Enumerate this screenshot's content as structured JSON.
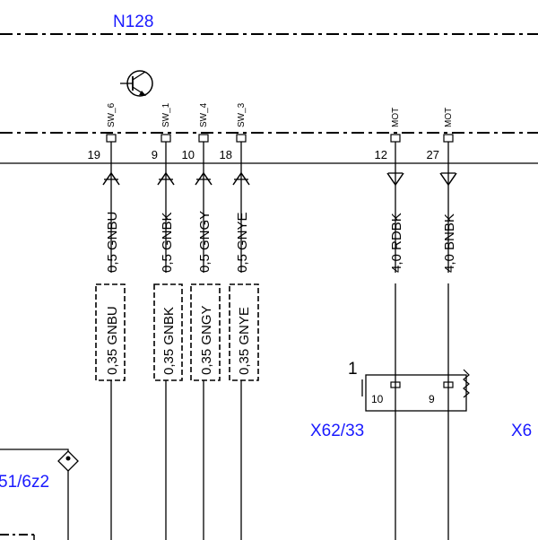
{
  "colors": {
    "label_blue": "#1a1aff",
    "line": "#000000"
  },
  "module": {
    "name": "N128"
  },
  "transistor": {
    "icon": "transistor-icon"
  },
  "pins": [
    {
      "number": "19",
      "signal": "SW_6",
      "wire": "0,5 GNBU",
      "sub_wire": "0,35 GNBU",
      "direction": "in"
    },
    {
      "number": "9",
      "signal": "SW_1",
      "wire": "0,5 GNBK",
      "sub_wire": "0,35 GNBK",
      "direction": "in"
    },
    {
      "number": "10",
      "signal": "SW_4",
      "wire": "0,5 GNGY",
      "sub_wire": "0,35 GNGY",
      "direction": "in"
    },
    {
      "number": "18",
      "signal": "SW_3",
      "wire": "0,5 GNYE",
      "sub_wire": "0,35 GNYE",
      "direction": "in"
    },
    {
      "number": "12",
      "signal": "MOT",
      "wire": "4,0 RDBK",
      "direction": "out"
    },
    {
      "number": "27",
      "signal": "MOT",
      "wire": "4,0 BNBK",
      "direction": "out"
    }
  ],
  "connector": {
    "name": "X62/33",
    "index": "1",
    "pins": [
      "10",
      "9"
    ],
    "next_partial": "X6"
  },
  "reference": {
    "label": "51/6z2"
  }
}
